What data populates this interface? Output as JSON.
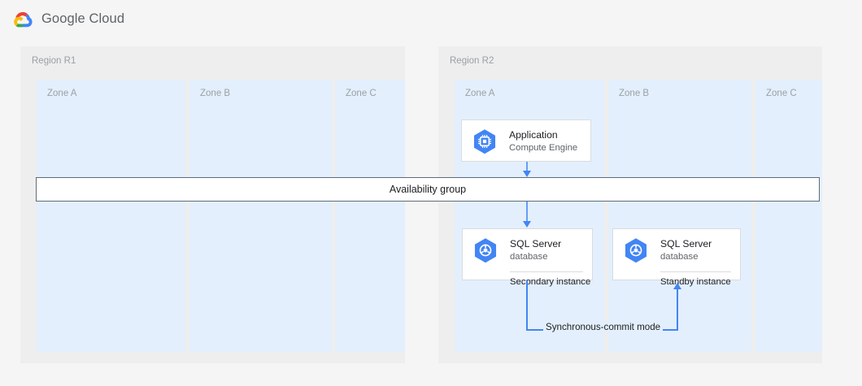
{
  "header": {
    "logo_icon": "google-cloud-logo-icon",
    "brand": "Google Cloud"
  },
  "regions": [
    {
      "id": "r1",
      "label": "Region R1",
      "zones": [
        {
          "id": "a",
          "label": "Zone A"
        },
        {
          "id": "b",
          "label": "Zone B"
        },
        {
          "id": "c",
          "label": "Zone C"
        }
      ]
    },
    {
      "id": "r2",
      "label": "Region R2",
      "zones": [
        {
          "id": "a",
          "label": "Zone A"
        },
        {
          "id": "b",
          "label": "Zone B"
        },
        {
          "id": "c",
          "label": "Zone C"
        }
      ]
    }
  ],
  "availability_group": {
    "label": "Availability group"
  },
  "nodes": {
    "application": {
      "icon": "compute-engine-icon",
      "title": "Application",
      "subtitle": "Compute Engine"
    },
    "secondary": {
      "icon": "sql-server-icon",
      "title": "SQL Server",
      "subtitle": "database",
      "footer": "Secondary instance"
    },
    "standby": {
      "icon": "sql-server-icon",
      "title": "SQL Server",
      "subtitle": "database",
      "footer": "Standby instance"
    }
  },
  "connectors": {
    "sync_commit_label": "Synchronous-commit mode"
  },
  "colors": {
    "page_background": "#f5f5f5",
    "region_background": "#eeeeee",
    "zone_background": "#e3effc",
    "card_background": "#ffffff",
    "card_border": "#dadce0",
    "bar_border": "#5f6b7a",
    "connector_blue": "#4285f4",
    "connector_blue_light": "#669df6",
    "icon_blue": "#4285f4",
    "label_grey": "#9aa0a6",
    "text_primary": "#202124",
    "text_secondary": "#5f6368"
  }
}
